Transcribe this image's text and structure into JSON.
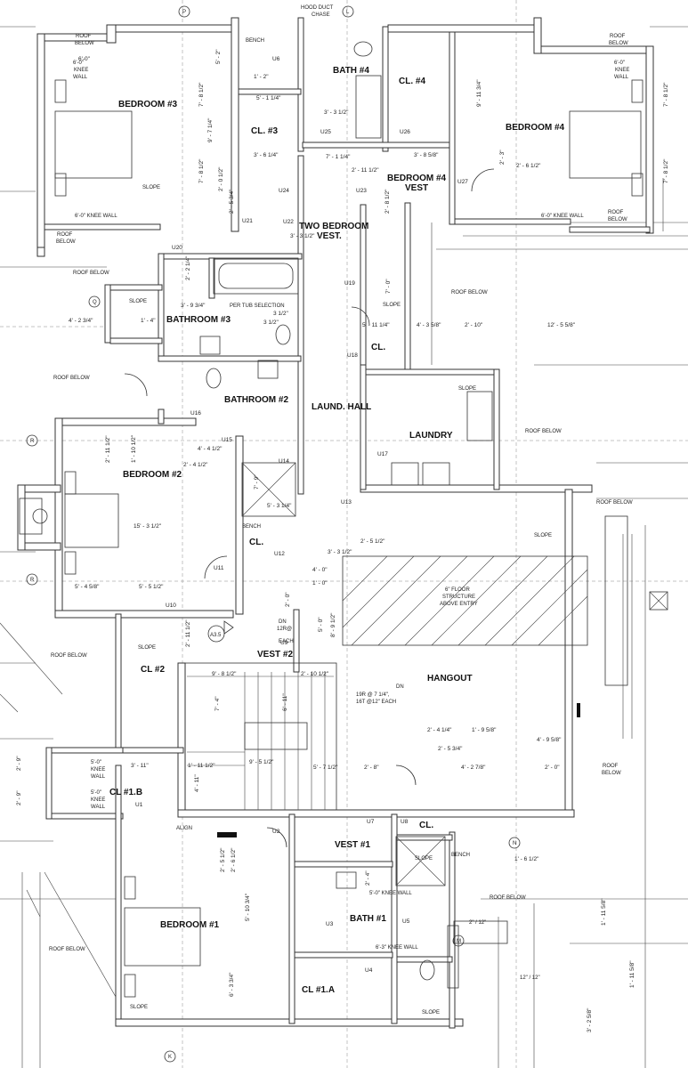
{
  "rooms": {
    "bedroom3": "BEDROOM #3",
    "bedroom4": "BEDROOM #4",
    "bath4": "BATH #4",
    "cl4": "CL. #4",
    "cl3": "CL. #3",
    "bedroom4_vest_1": "BEDROOM #4",
    "bedroom4_vest_2": "VEST",
    "two_bedroom_vest_1": "TWO BEDROOM",
    "two_bedroom_vest_2": "VEST.",
    "bathroom3": "BATHROOM #3",
    "bathroom2": "BATHROOM #2",
    "laund_hall": "LAUND. HALL",
    "laundry": "LAUNDRY",
    "cl_upper": "CL.",
    "bedroom2": "BEDROOM #2",
    "cl_mid": "CL.",
    "cl2": "CL #2",
    "vest2": "VEST #2",
    "hangout": "HANGOUT",
    "cl1b": "CL #1.B",
    "vest1": "VEST #1",
    "cl_lower": "CL.",
    "bedroom1": "BEDROOM #1",
    "bath1": "BATH #1",
    "cl1a": "CL #1.A"
  },
  "notes": {
    "hood_1": "HOOD DUCT",
    "hood_2": "CHASE",
    "roof_below": "ROOF BELOW",
    "roof": "ROOF",
    "below": "BELOW",
    "slope": "SLOPE",
    "knee_wall_6": "6'-0\" KNEE WALL",
    "knee_wall_5": "5'-0\" KNEE WALL",
    "knee_wall_63": "6'-3\" KNEE WALL",
    "knee_a": "6'-0\"",
    "knee_b": "KNEE",
    "knee_c": "WALL",
    "knee5_a": "5'-0\"",
    "bench": "BENCH",
    "align": "ALIGN",
    "per_tub": "PER TUB SELECTION",
    "floor_1": "6\" FLOOR",
    "floor_2": "STRUCTURE",
    "floor_3": "ABOVE ENTRY",
    "dn": "DN",
    "risers_a": "12R@",
    "risers_b": "EACH",
    "stair_1": "19R @ 7 1/4\",",
    "stair_2": "16T @12\" EACH",
    "slope_roof": "12\" / 12\"",
    "slope_roof2": "2\" / 12\"",
    "section": "A3.5",
    "wall_5": "5'-0\" WALL",
    "wall_6": "6'-0\" WALL"
  },
  "grid_bubbles": [
    "P",
    "L",
    "K",
    "N",
    "M",
    "Q",
    "R",
    "R"
  ],
  "tags": [
    "U6",
    "U25",
    "U26",
    "U24",
    "U23",
    "U27",
    "U22",
    "U21",
    "U20",
    "U19",
    "U18",
    "U16",
    "U15",
    "U14",
    "U17",
    "U13",
    "U12",
    "U11",
    "U10",
    "U9",
    "U8",
    "U7",
    "U2",
    "U1",
    "U3",
    "U4",
    "U5"
  ],
  "dims": {
    "d1": "6'-0\"",
    "d2": "5' - 2\"",
    "d3": "1' - 2\"",
    "d4": "5' - 1 1/4\"",
    "d5": "3' - 3 1/2\"",
    "d6": "9' - 11 3/4\"",
    "d7": "7' - 1 1/4\"",
    "d8": "3' - 8 5/8\"",
    "d9": "2' - 11 1/2\"",
    "d10": "3' - 6 1/4\"",
    "d11": "2' - 0 1/2\"",
    "d12": "2' - 5 3/4\"",
    "d13": "3' - 3 1/2\"",
    "d14": "3' - 9 3/4\"",
    "d15": "3 1/2\"",
    "d16": "2' - 2 1/4\"",
    "d17": "4' - 2 3/4\"",
    "d18": "1' - 4\"",
    "d19": "5' - 11 1/4\"",
    "d20": "4' - 3 5/8\"",
    "d21": "2' - 10\"",
    "d22": "12' - 5 5/8\"",
    "d23": "7' - 0\"",
    "d24": "7' - 8 1/2\"",
    "d25": "9' - 7 1/4\"",
    "d26": "7' - 8 1/2\"",
    "d27": "2' - 11 1/2\"",
    "d28": "1' - 10 1/2\"",
    "d29": "4' - 4 1/2\"",
    "d30": "2' - 4 1/2\"",
    "d31": "15' - 3 1/2\"",
    "d32": "5' - 4 5/8\"",
    "d33": "5' - 5 1/2\"",
    "d34": "5' - 3 1/4\"",
    "d35": "2' - 5 1/2\"",
    "d36": "3' - 3 1/2\"",
    "d37": "4' - 0\"",
    "d38": "1' - 0\"",
    "d39": "5' - 0\"",
    "d40": "8' - 9 1/2\"",
    "d41": "9' - 8 1/2\"",
    "d42": "2' - 10 1/2\"",
    "d43": "7' - 4\"",
    "d44": "6' - 11\"",
    "d45": "9' - 5 1/2\"",
    "d46": "2' - 4 1/4\"",
    "d47": "1' - 9 5/8\"",
    "d48": "2' - 5 3/4\"",
    "d49": "4' - 9 5/8\"",
    "d50": "3' - 11\"",
    "d51": "1' - 11 1/2\"",
    "d52": "5' - 7 1/2\"",
    "d53": "2' - 8\"",
    "d54": "4' - 2 7/8\"",
    "d55": "2' - 0\"",
    "d56": "4' - 11\"",
    "d57": "2' - 9\"",
    "d58": "2' - 5 1/2\"",
    "d59": "2' - 6 1/2\"",
    "d60": "5' - 10 3/4\"",
    "d61": "6' - 3 3/4\"",
    "d62": "2' - 4\"",
    "d63": "1' - 6 1/2\"",
    "d64": "1' - 11 5/8\"",
    "d65": "3' - 2 5/8\"",
    "d66": "1' - 11 5/8\"",
    "d67": "2' - 11 1/2\"",
    "d68": "2' - 0\"",
    "d69": "2' - 8 1/2\"",
    "d70": "2' - 3\"",
    "d71": "2' - 6 1/2\"",
    "d72": "7' - 9\""
  }
}
